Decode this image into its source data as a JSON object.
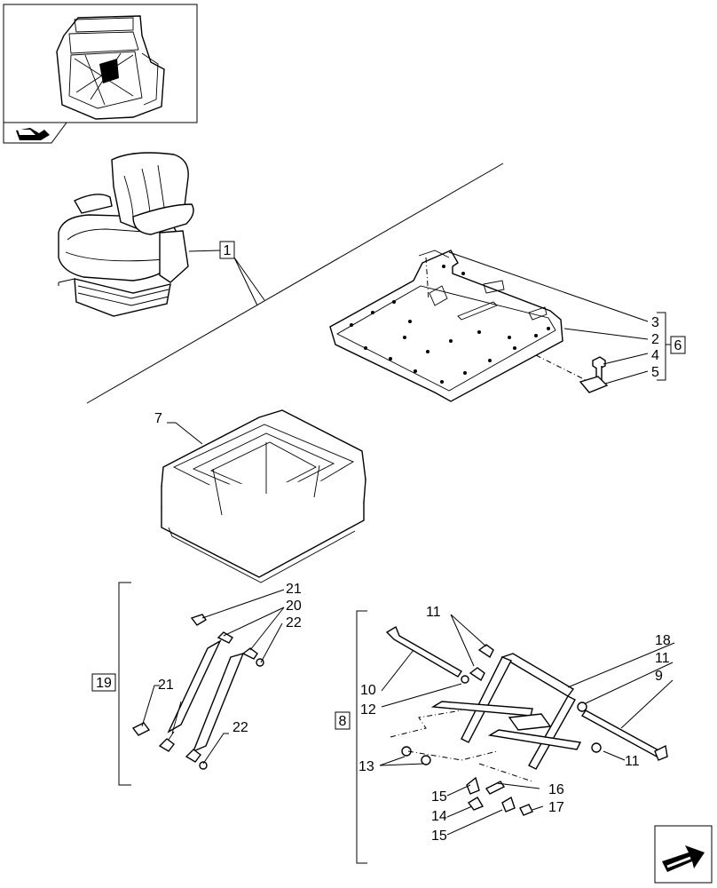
{
  "callouts": {
    "c1": "1",
    "c2": "2",
    "c3": "3",
    "c4": "4",
    "c5": "5",
    "c6": "6",
    "c7": "7",
    "c8": "8",
    "c9": "9",
    "c10": "10",
    "c11a": "11",
    "c11b": "11",
    "c11c": "11",
    "c12": "12",
    "c13": "13",
    "c14": "14",
    "c15a": "15",
    "c15b": "15",
    "c16": "16",
    "c17": "17",
    "c18": "18",
    "c19": "19",
    "c20": "20",
    "c21a": "21",
    "c21b": "21",
    "c22a": "22",
    "c22b": "22"
  },
  "icons": {
    "thumbnail": "tractor-cab-icon",
    "nav_small": "arrow-tab-icon",
    "nav_next": "next-page-arrow-icon"
  }
}
